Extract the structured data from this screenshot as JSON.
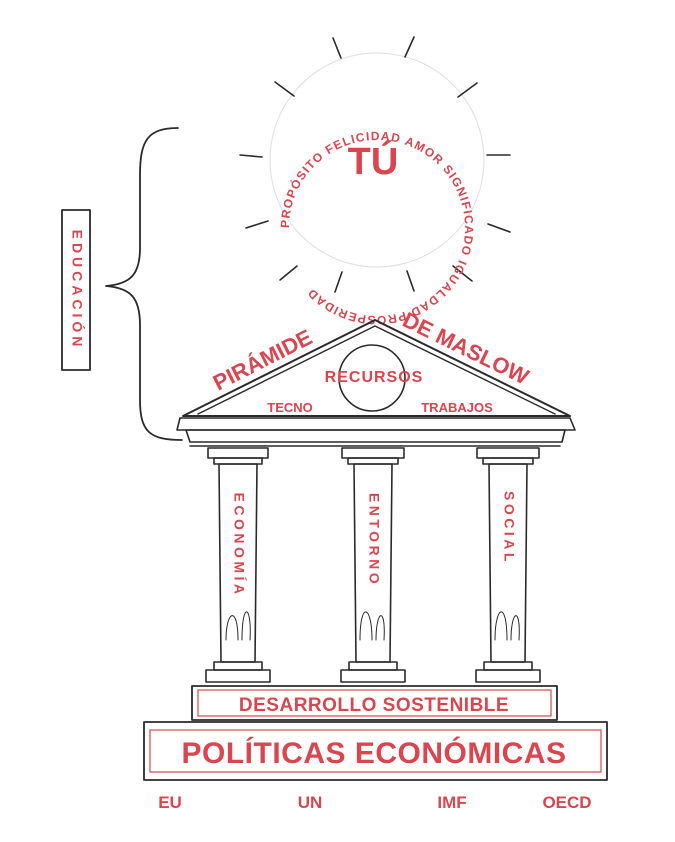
{
  "sun": {
    "center_label": "TÚ",
    "ring_words": "PROPÓSITO FELICIDAD AMOR SIGNIFICADO IGUALDAD PROSPERIDAD"
  },
  "side_label": "EDUCACIÓN",
  "roof": {
    "left_title": "PIRÁMIDE",
    "right_title": "DE MASLOW",
    "center": "RECURSOS",
    "bottom_left": "TECNO",
    "bottom_right": "TRABAJOS"
  },
  "pillars": [
    "ECONOMÍA",
    "ENTORNO",
    "SOCIAL"
  ],
  "base": {
    "upper": "DESARROLLO SOSTENIBLE",
    "lower": "POLÍTICAS ECONÓMICAS"
  },
  "institutions": [
    "EU",
    "UN",
    "IMF",
    "OECD"
  ],
  "colors": {
    "ink": "#2a2a2a",
    "accent": "#d9464f"
  }
}
